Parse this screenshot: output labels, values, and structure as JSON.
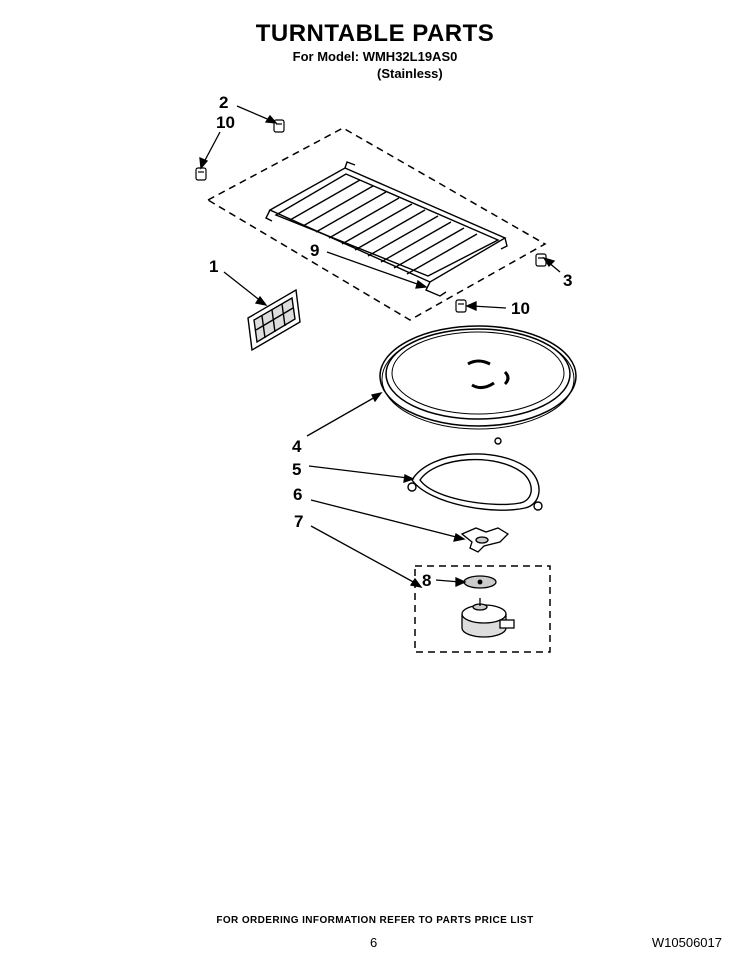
{
  "header": {
    "title": "TURNTABLE PARTS",
    "model_line": "For Model: WMH32L19AS0",
    "variant": "(Stainless)"
  },
  "callouts": {
    "c1": "1",
    "c2": "2",
    "c3": "3",
    "c4": "4",
    "c5": "5",
    "c6": "6",
    "c7": "7",
    "c8": "8",
    "c9": "9",
    "c10a": "10",
    "c10b": "10"
  },
  "footer": {
    "ordering_note": "FOR ORDERING INFORMATION REFER TO PARTS PRICE LIST",
    "page_number": "6",
    "document_number": "W10506017"
  }
}
